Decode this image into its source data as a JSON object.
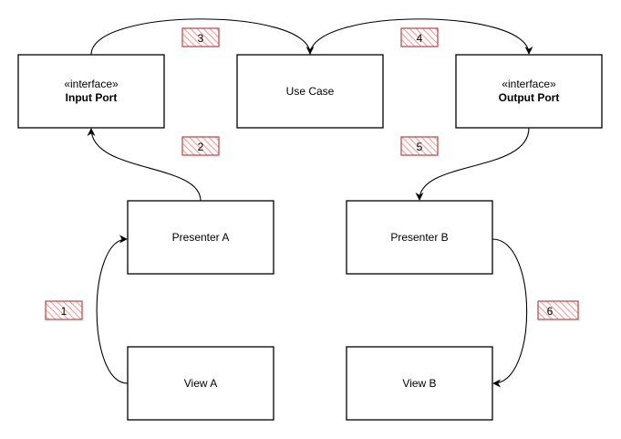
{
  "nodes": {
    "input_port": {
      "stereotype": "«interface»",
      "name": "Input Port"
    },
    "use_case": {
      "name": "Use Case"
    },
    "output_port": {
      "stereotype": "«interface»",
      "name": "Output Port"
    },
    "presenter_a": {
      "name": "Presenter A"
    },
    "presenter_b": {
      "name": "Presenter B"
    },
    "view_a": {
      "name": "View A"
    },
    "view_b": {
      "name": "View B"
    }
  },
  "steps": [
    {
      "number": "1",
      "from": "View A",
      "to": "Presenter A"
    },
    {
      "number": "2",
      "from": "Presenter A",
      "to": "Input Port"
    },
    {
      "number": "3",
      "from": "Input Port",
      "to": "Use Case"
    },
    {
      "number": "4",
      "from": "Use Case",
      "to": "Output Port"
    },
    {
      "number": "5",
      "from": "Output Port",
      "to": "Presenter B"
    },
    {
      "number": "6",
      "from": "Presenter B",
      "to": "View B"
    }
  ],
  "colors": {
    "box_border": "#000000",
    "badge_border": "#b85450",
    "badge_hatch": "#f19c99"
  }
}
